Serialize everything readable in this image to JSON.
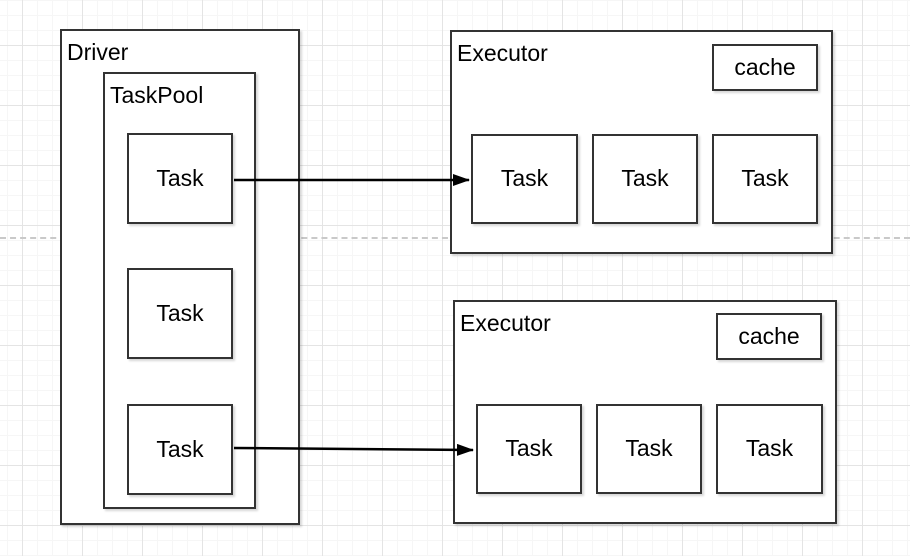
{
  "canvas": {
    "background": "#ffffff",
    "grid_minor_color": "#f6f6f6",
    "grid_major_color": "#e4e4e4",
    "page_divider_color": "#c9c9c9"
  },
  "style": {
    "shape_border_color": "#333333",
    "shape_fill_color": "#ffffff",
    "arrow_color": "#000000",
    "text_color": "#000000"
  },
  "driver": {
    "label": "Driver",
    "taskpool": {
      "label": "TaskPool",
      "tasks": [
        {
          "label": "Task"
        },
        {
          "label": "Task"
        },
        {
          "label": "Task"
        }
      ]
    }
  },
  "executors": [
    {
      "label": "Executor",
      "cache": {
        "label": "cache"
      },
      "tasks": [
        {
          "label": "Task"
        },
        {
          "label": "Task"
        },
        {
          "label": "Task"
        }
      ]
    },
    {
      "label": "Executor",
      "cache": {
        "label": "cache"
      },
      "tasks": [
        {
          "label": "Task"
        },
        {
          "label": "Task"
        },
        {
          "label": "Task"
        }
      ]
    }
  ],
  "arrows": [
    {
      "from": "driver.taskpool.tasks.0",
      "to": "executors.0.tasks.0"
    },
    {
      "from": "driver.taskpool.tasks.2",
      "to": "executors.1.tasks.0"
    }
  ]
}
